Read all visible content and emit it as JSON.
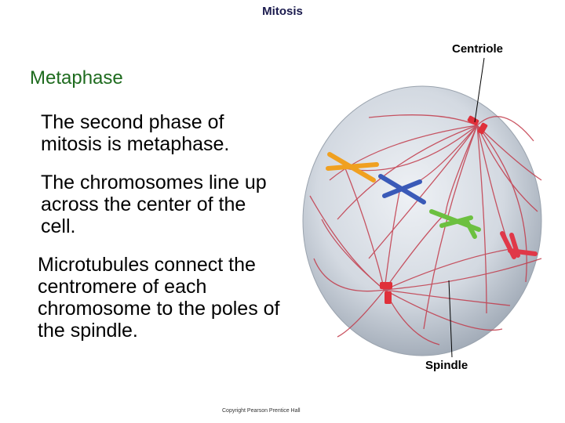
{
  "slide": {
    "title": "Mitosis",
    "heading": "Metaphase",
    "paragraphs": [
      "The second phase of mitosis is metaphase.",
      "The chromosomes line up across the center of the cell.",
      "Microtubules connect the centromere of each chromosome to the poles of the spindle."
    ],
    "copyright": "Copyright Pearson Prentice Hall"
  },
  "diagram": {
    "labels": {
      "centriole": "Centriole",
      "spindle": "Spindle"
    }
  },
  "colors": {
    "heading": "#1e6b1e",
    "title": "#1a1a4d",
    "cell": "#c8cfd8",
    "spindle_fibers": "#c23a4a",
    "centrioles": "#e0303a",
    "chromosome_orange": "#f0a020",
    "chromosome_blue": "#3a5ab8",
    "chromosome_green": "#6cc040",
    "chromosome_red": "#e03848"
  }
}
